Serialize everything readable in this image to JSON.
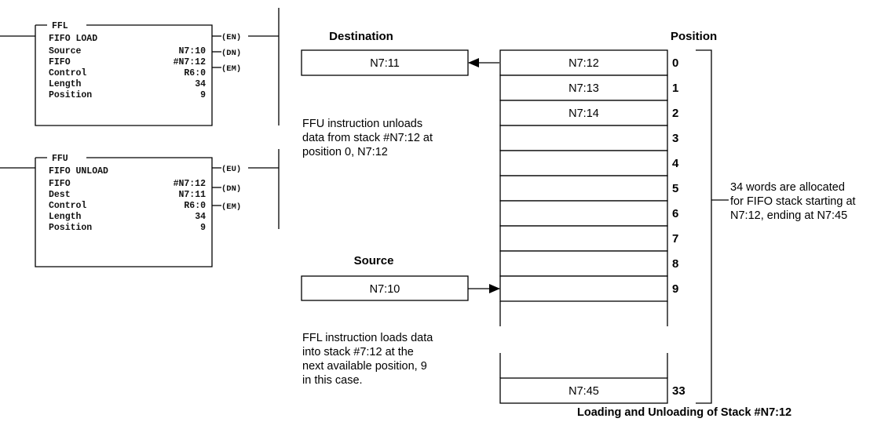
{
  "ffl_block": {
    "title": "FFL",
    "name": "FIFO LOAD",
    "rows": [
      {
        "label": "Source",
        "value": "N7:10"
      },
      {
        "label": "FIFO",
        "value": "#N7:12"
      },
      {
        "label": "Control",
        "value": "R6:0"
      },
      {
        "label": "Length",
        "value": "34"
      },
      {
        "label": "Position",
        "value": "9"
      }
    ],
    "outputs": [
      "(EN)",
      "(DN)",
      "(EM)"
    ]
  },
  "ffu_block": {
    "title": "FFU",
    "name": "FIFO UNLOAD",
    "rows": [
      {
        "label": "FIFO",
        "value": "#N7:12"
      },
      {
        "label": "Dest",
        "value": "N7:11"
      },
      {
        "label": "Control",
        "value": "R6:0"
      },
      {
        "label": "Length",
        "value": "34"
      },
      {
        "label": "Position",
        "value": "9"
      }
    ],
    "outputs": [
      "(EU)",
      "(DN)",
      "(EM)"
    ]
  },
  "destination": {
    "heading": "Destination",
    "value": "N7:11"
  },
  "source": {
    "heading": "Source",
    "value": "N7:10"
  },
  "unload_note": [
    "FFU instruction unloads",
    "data from stack #N7:12 at",
    "position 0, N7:12"
  ],
  "load_note": [
    "FFL instruction loads data",
    "into stack #7:12 at the",
    "next available position, 9",
    "in this case."
  ],
  "stack": {
    "heading": "Position",
    "cells": [
      {
        "address": "N7:12",
        "position": "0"
      },
      {
        "address": "N7:13",
        "position": "1"
      },
      {
        "address": "N7:14",
        "position": "2"
      },
      {
        "address": "",
        "position": "3"
      },
      {
        "address": "",
        "position": "4"
      },
      {
        "address": "",
        "position": "5"
      },
      {
        "address": "",
        "position": "6"
      },
      {
        "address": "",
        "position": "7"
      },
      {
        "address": "",
        "position": "8"
      },
      {
        "address": "",
        "position": "9"
      }
    ],
    "last_cell": {
      "address": "N7:45",
      "position": "33"
    }
  },
  "allocation_note": [
    "34 words are allocated",
    "for FIFO stack starting at",
    "N7:12, ending at N7:45"
  ],
  "caption": "Loading and Unloading of Stack #N7:12"
}
